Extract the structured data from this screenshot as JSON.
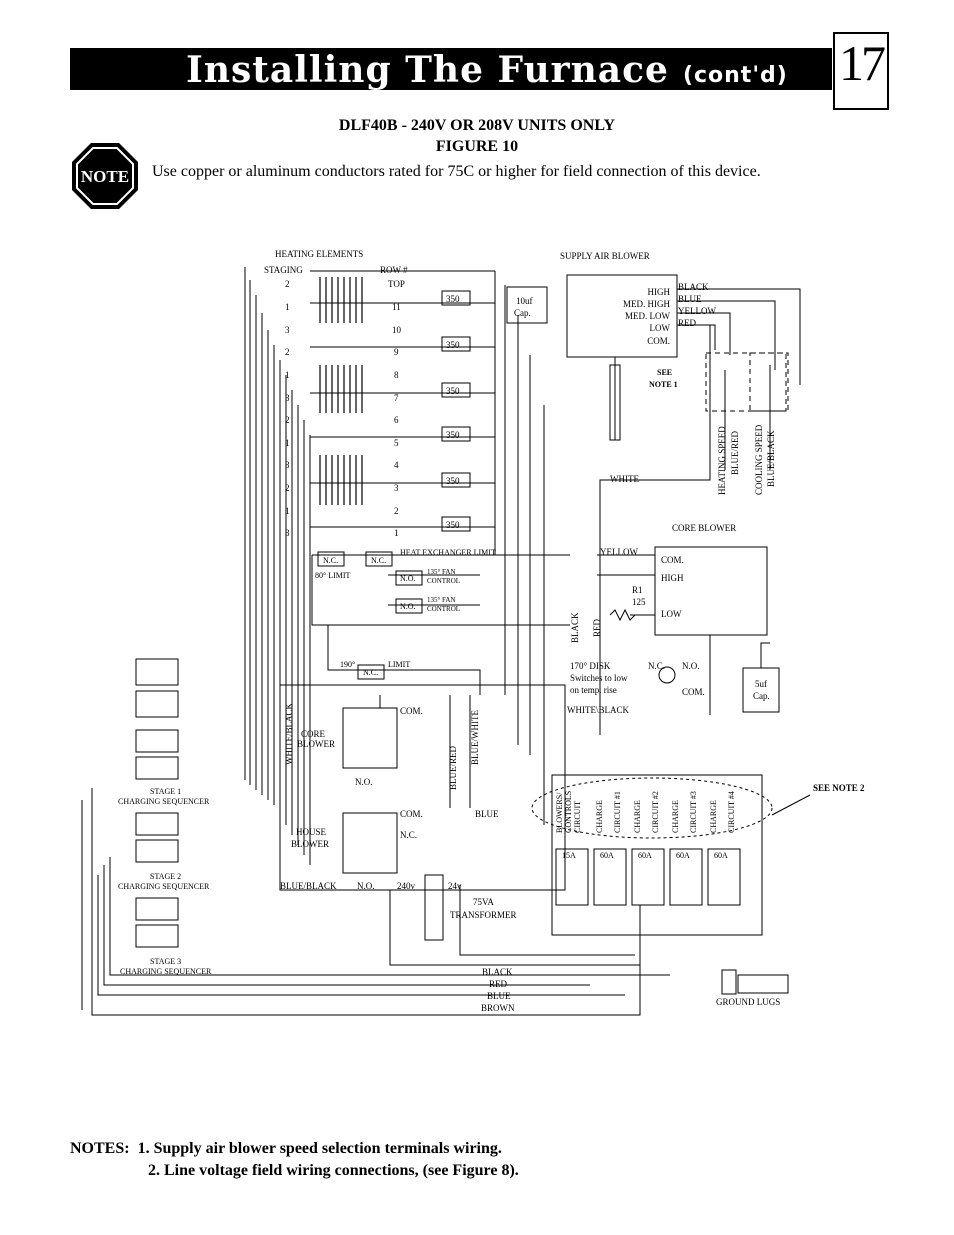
{
  "header": {
    "title": "Installing The Furnace",
    "title_suffix": "(cont'd)",
    "page_number": "17"
  },
  "figure": {
    "model_line": "DLF40B - 240V OR 208V UNITS ONLY",
    "figure_label": "FIGURE 10"
  },
  "note": {
    "badge": "NOTE",
    "text": "Use copper or aluminum conductors rated for 75C or higher for field connection of this device."
  },
  "diagram": {
    "heating_elements": "HEATING ELEMENTS",
    "staging": "STAGING",
    "row_number": "ROW #",
    "top": "TOP",
    "staging_values": [
      "2",
      "1",
      "3",
      "2",
      "1",
      "3",
      "2",
      "1",
      "3",
      "2",
      "1",
      "3"
    ],
    "row_values": [
      "11",
      "10",
      "9",
      "8",
      "7",
      "6",
      "5",
      "4",
      "3",
      "2",
      "1"
    ],
    "element_rating": "350",
    "supply_air_blower": "SUPPLY AIR BLOWER",
    "cap_10uf": [
      "10uf",
      "Cap."
    ],
    "speeds": [
      "HIGH",
      "MED. HIGH",
      "MED. LOW",
      "LOW",
      "COM."
    ],
    "speed_wires": [
      "BLACK",
      "BLUE",
      "YELLOW",
      "RED"
    ],
    "see_note_1": [
      "SEE",
      "NOTE 1"
    ],
    "heating_speed": "HEATING SPEED",
    "blue_red": "BLUE/RED",
    "cooling_speed": "COOLING SPEED",
    "blue_black": "BLUE/BLACK",
    "white": "WHITE",
    "core_blower_title": "CORE BLOWER",
    "yellow": "YELLOW",
    "core_terms": [
      "COM.",
      "HIGH",
      "LOW"
    ],
    "r1": [
      "R1",
      "125"
    ],
    "black": "BLACK",
    "red": "RED",
    "disk": [
      "170° DISK",
      "Switches to low",
      "on temp. rise"
    ],
    "nc": "N.C.",
    "no": "N.O.",
    "com": "COM.",
    "cap_5uf": [
      "5uf",
      "Cap."
    ],
    "white_black": "WHITE\\BLACK",
    "nc_box": "N.C.",
    "no_box": "N.O.",
    "heat_exchanger_limit": "HEAT EXCHANGER LIMIT",
    "limit_80": "80° LIMIT",
    "fan_control": [
      "135° FAN",
      "CONTROL"
    ],
    "limit_190": "190°",
    "limit_word": "LIMIT",
    "white_black_v": "WHITE/BLACK",
    "core_blower": [
      "CORE",
      "BLOWER"
    ],
    "house_blower": [
      "HOUSE",
      "BLOWER"
    ],
    "blue_red_v": "BLUE/RED",
    "blue_white_v": "BLUE/WHITE",
    "blue": "BLUE",
    "blue_black_h": "BLUE/BLACK",
    "v240": "240v",
    "v24": "24v",
    "transformer": [
      "75VA",
      "TRANSFORMER"
    ],
    "stage1": [
      "STAGE 1",
      "CHARGING SEQUENCER"
    ],
    "stage2": [
      "STAGE 2",
      "CHARGING SEQUENCER"
    ],
    "stage3": [
      "STAGE 3",
      "CHARGING SEQUENCER"
    ],
    "breaker_labels": [
      "BLOWERS/",
      "CONTROLS",
      "CIRCUIT",
      "CHARGE",
      "CIRCUIT #1",
      "CHARGE",
      "CIRCUIT #2",
      "CHARGE",
      "CIRCUIT #3",
      "CHARGE",
      "CIRCUIT #4"
    ],
    "breaker_ratings": [
      "15A",
      "60A",
      "60A",
      "60A",
      "60A"
    ],
    "see_note_2": "SEE NOTE 2",
    "supply_wires": [
      "BLACK",
      "RED",
      "BLUE",
      "BROWN"
    ],
    "ground_lugs": "GROUND LUGS"
  },
  "notes": {
    "label": "NOTES:",
    "items": [
      "1.   Supply air blower speed selection terminals wiring.",
      "2.   Line voltage field wiring connections, (see Figure 8)."
    ]
  }
}
